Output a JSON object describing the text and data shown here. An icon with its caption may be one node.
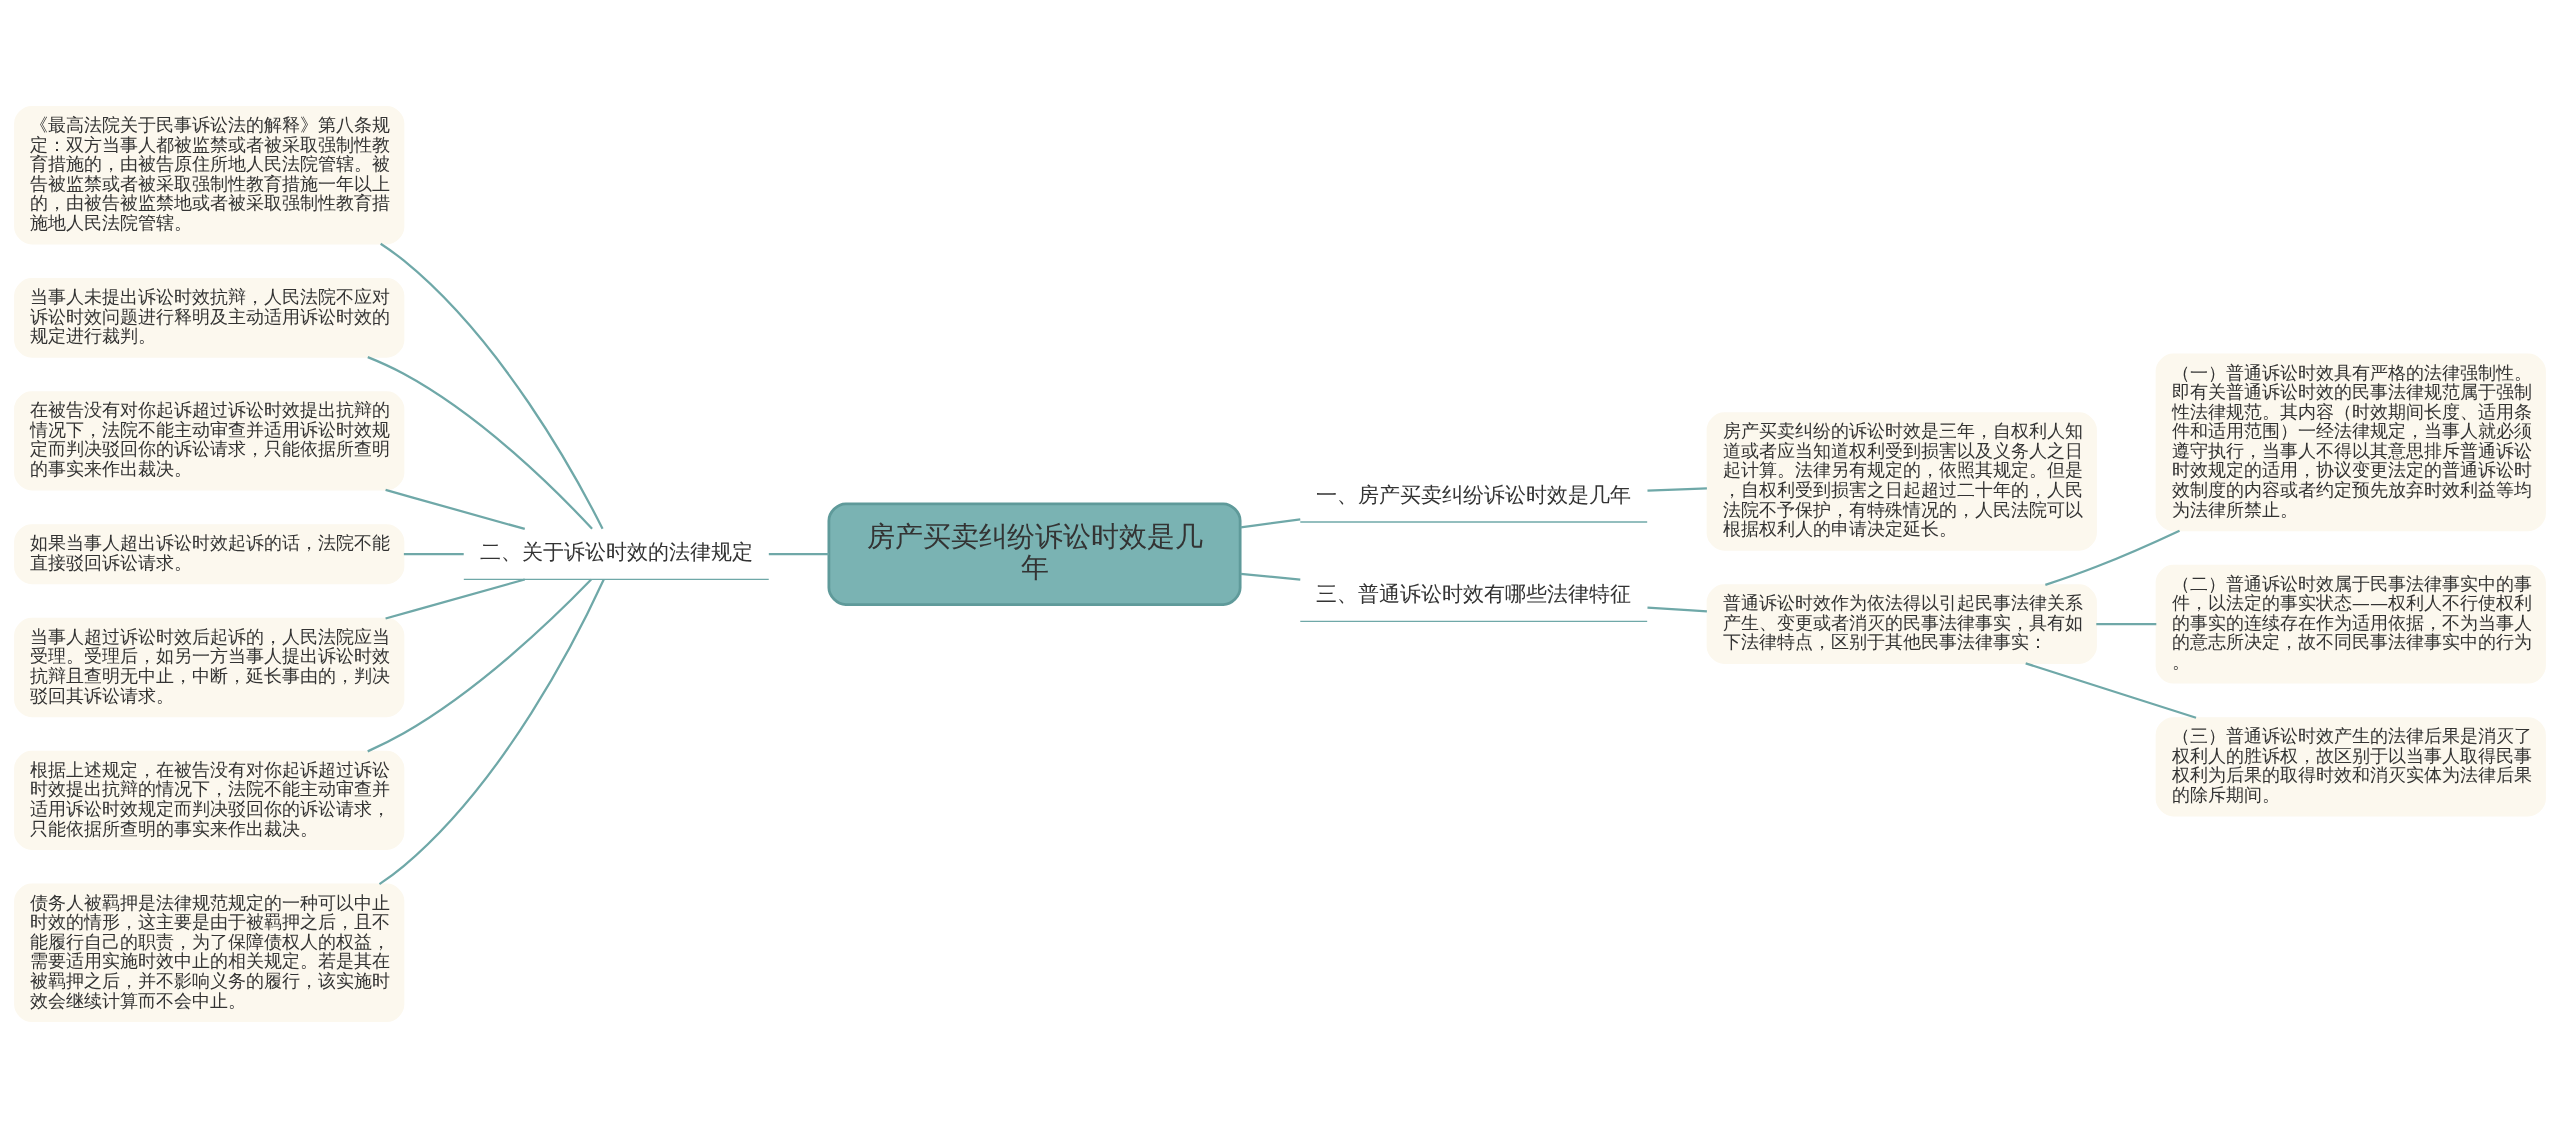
{
  "diagram": {
    "nodes": [
      {
        "text": [
          "房产买卖纠纷诉讼时效是几年"
        ]
      },
      {
        "text": [
          "一、房产买卖纠纷诉讼时效是几年"
        ]
      },
      {
        "text": [
          "房产买卖纠纷的诉讼时效是三年，自权利人知道或者应当知道权利受到损害以及义务人之日起计算。法律另有规定的，依照其规定。但是，自权利受到损害之日起超过二十年的，人民法院不予保护，有特殊情况的，人民法院可以根据权利人的申请决定延长。"
        ]
      },
      {
        "text": [
          "二、关于诉讼时效的法律规定"
        ]
      },
      {
        "text": [
          "《最高法院关于民事诉讼法的解释》第八条规定：双方当事人都被监禁或者被采取强制性教育措施的，由被告原住所地人民法院管辖。被告被监禁或者被采取强制性教育措施一年以上的，由被告被监禁地或者被采取强制性教育措施地人民法院管辖。"
        ]
      },
      {
        "text": [
          "当事人未提出诉讼时效抗辩，人民法院不应对诉讼时效问题进行释明及主动适用诉讼时效的规定进行裁判。"
        ]
      },
      {
        "text": [
          "在被告没有对你起诉超过诉讼时效提出抗辩的情况下，法院不能主动审查并适用诉讼时效规定而判决驳回你的诉讼请求，只能依据所查明的事实来作出裁决。"
        ]
      },
      {
        "text": [
          "如果当事人超出诉讼时效起诉的话，法院不能直接驳回诉讼请求。"
        ]
      },
      {
        "text": [
          "当事人超过诉讼时效后起诉的，人民法院应当受理。受理后，如另一方当事人提出诉讼时效抗辩且查明无中止，中断，延长事由的，判决驳回其诉讼请求。"
        ]
      },
      {
        "text": [
          "根据上述规定，在被告没有对你起诉超过诉讼时效提出抗辩的情况下，法院不能主动审查并适用诉讼时效规定而判决驳回你的诉讼请求，只能依据所查明的事实来作出裁决。"
        ]
      },
      {
        "text": [
          "债务人被羁押是法律规范规定的一种可以中止时效的情形，这主要是由于被羁押之后，且不能履行自己的职责，为了保障债权人的权益，需要适用实施时效中止的相关规定。若是其在被羁押之后，并不影响义务的履行，该实施时效会继续计算而不会中止。"
        ]
      },
      {
        "text": [
          "三、普通诉讼时效有哪些法律特征"
        ]
      },
      {
        "text": [
          "普通诉讼时效作为依法得以引起民事法律关系产生、变更或者消灭的民事法律事实，具有如下法律特点，区别于其他民事法律事实："
        ]
      },
      {
        "text": [
          "（一）普通诉讼时效具有严格的法律强制性。即有关普通诉讼时效的民事法律规范属于强制性法律规范。其内容（时效期间长度、适用条件和适用范围）一经法律规定，当事人就必须遵守执行，当事人不得以其意思排斥普通诉讼时效规定的适用，协议变更法定的普通诉讼时效制度的内容或者约定预先放弃时效利益等均为法律所禁止。"
        ]
      },
      {
        "text": [
          "（二）普通诉讼时效属于民事法律事实中的事件，以法定的事实状态——权利人不行使权利的事实的连续存在作为适用依据，不为当事人的意志所决定，故不同民事法律事实中的行为。"
        ]
      },
      {
        "text": [
          "（三）普通诉讼时效产生的法律后果是消灭了权利人的胜诉权，故区别于以当事人取得民事权利为后果的取得时效和消灭实体为法律后果的除斥期间。"
        ]
      }
    ],
    "edges": [
      {
        "from": 0,
        "to": 1,
        "arrow": "none"
      },
      {
        "from": 1,
        "to": 2,
        "arrow": "none"
      },
      {
        "from": 0,
        "to": 3,
        "arrow": "none"
      },
      {
        "from": 3,
        "to": 4,
        "arrow": "none"
      },
      {
        "from": 3,
        "to": 5,
        "arrow": "none"
      },
      {
        "from": 3,
        "to": 6,
        "arrow": "none"
      },
      {
        "from": 3,
        "to": 7,
        "arrow": "none"
      },
      {
        "from": 3,
        "to": 8,
        "arrow": "none"
      },
      {
        "from": 3,
        "to": 9,
        "arrow": "none"
      },
      {
        "from": 3,
        "to": 10,
        "arrow": "none"
      },
      {
        "from": 0,
        "to": 11,
        "arrow": "none"
      },
      {
        "from": 11,
        "to": 12,
        "arrow": "none"
      },
      {
        "from": 12,
        "to": 13,
        "arrow": "none"
      },
      {
        "from": 12,
        "to": 14,
        "arrow": "none"
      },
      {
        "from": 12,
        "to": 15,
        "arrow": "none"
      }
    ]
  }
}
